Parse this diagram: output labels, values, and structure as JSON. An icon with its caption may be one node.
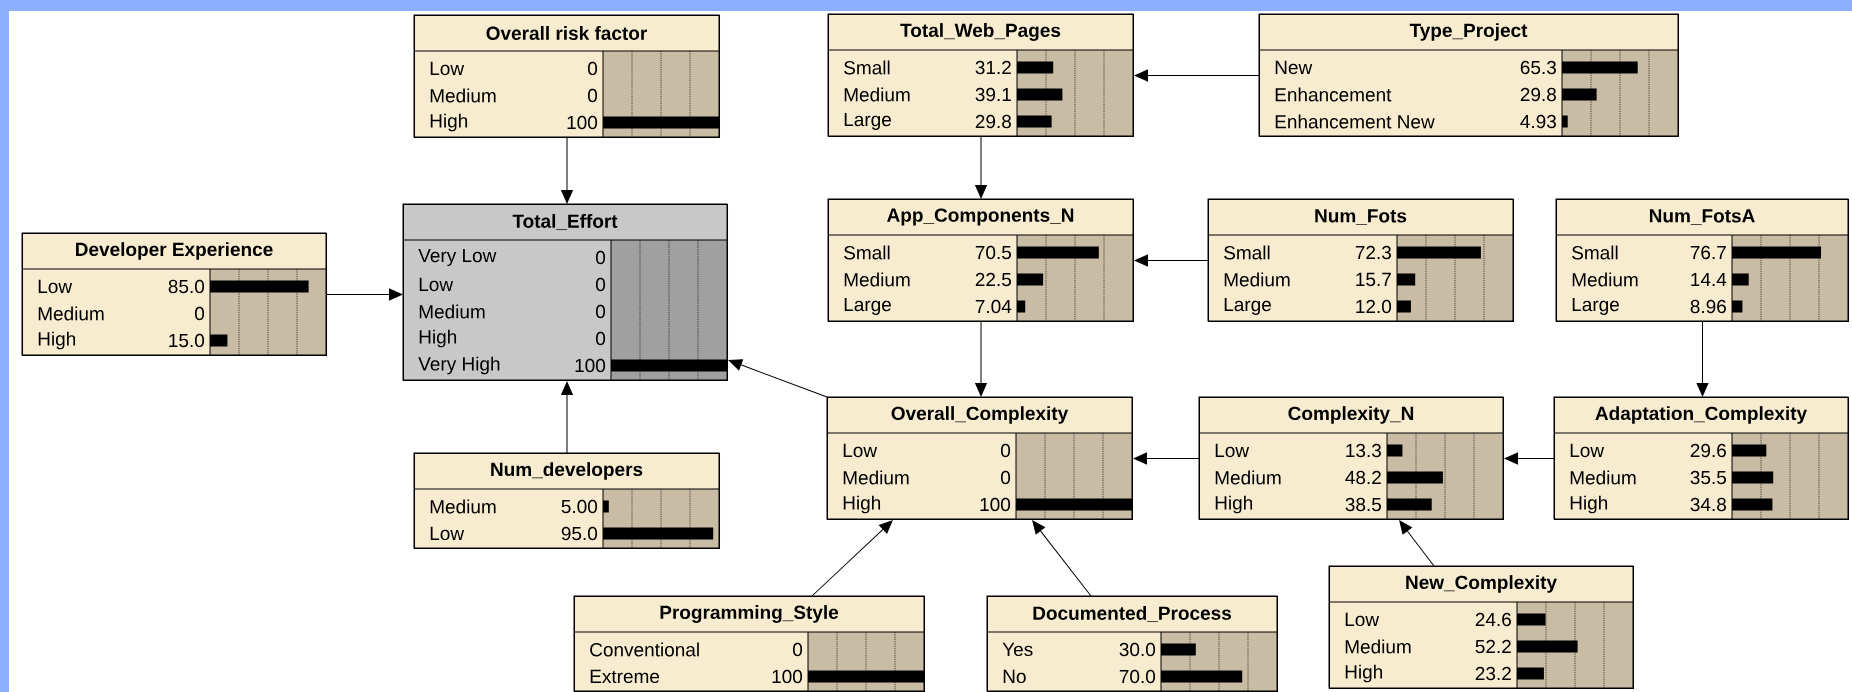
{
  "diagram": {
    "nodes": [
      {
        "text": [
          "Overall risk factor",
          "Low",
          "0",
          "Medium",
          "0",
          "High",
          "100"
        ]
      },
      {
        "text": [
          "Total_Web_Pages",
          "Small",
          "31.2",
          "Medium",
          "39.1",
          "Large",
          "29.8"
        ]
      },
      {
        "text": [
          "Type_Project",
          "New",
          "65.3",
          "Enhancement",
          "29.8",
          "Enhancement New",
          "4.93"
        ]
      },
      {
        "text": [
          "Developer Experience",
          "Low",
          "85.0",
          "Medium",
          "0",
          "High",
          "15.0"
        ]
      },
      {
        "text": [
          "Total_Effort",
          "Very Low",
          "0",
          "Low",
          "0",
          "Medium",
          "0",
          "High",
          "0",
          "Very High",
          "100"
        ]
      },
      {
        "text": [
          "App_Components_N",
          "Small",
          "70.5",
          "Medium",
          "22.5",
          "Large",
          "7.04"
        ]
      },
      {
        "text": [
          "Num_Fots",
          "Small",
          "72.3",
          "Medium",
          "15.7",
          "Large",
          "12.0"
        ]
      },
      {
        "text": [
          "Num_FotsA",
          "Small",
          "76.7",
          "Medium",
          "14.4",
          "Large",
          "8.96"
        ]
      },
      {
        "text": [
          "Overall_Complexity",
          "Low",
          "0",
          "Medium",
          "0",
          "High",
          "100"
        ]
      },
      {
        "text": [
          "Complexity_N",
          "Low",
          "13.3",
          "Medium",
          "48.2",
          "High",
          "38.5"
        ]
      },
      {
        "text": [
          "Adaptation_Complexity",
          "Low",
          "29.6",
          "Medium",
          "35.5",
          "High",
          "34.8"
        ]
      },
      {
        "text": [
          "Num_developers",
          "Medium",
          "5.00",
          "Low",
          "95.0"
        ]
      },
      {
        "text": [
          "New_Complexity",
          "Low",
          "24.6",
          "Medium",
          "52.2",
          "High",
          "23.2"
        ]
      },
      {
        "text": [
          "Programming_Style",
          "Conventional",
          "0",
          "Extreme",
          "100"
        ]
      },
      {
        "text": [
          "Documented_Process",
          "Yes",
          "30.0",
          "No",
          "70.0"
        ]
      }
    ],
    "edges": [
      {
        "from": 0,
        "to": 4,
        "arrow": "to"
      },
      {
        "from": 3,
        "to": 4,
        "arrow": "to"
      },
      {
        "from": 11,
        "to": 4,
        "arrow": "to"
      },
      {
        "from": 8,
        "to": 4,
        "arrow": "to"
      },
      {
        "from": 2,
        "to": 1,
        "arrow": "to"
      },
      {
        "from": 1,
        "to": 5,
        "arrow": "to"
      },
      {
        "from": 6,
        "to": 5,
        "arrow": "to"
      },
      {
        "from": 5,
        "to": 8,
        "arrow": "to"
      },
      {
        "from": 9,
        "to": 8,
        "arrow": "to"
      },
      {
        "from": 10,
        "to": 9,
        "arrow": "to"
      },
      {
        "from": 7,
        "to": 10,
        "arrow": "to"
      },
      {
        "from": 13,
        "to": 8,
        "arrow": "to"
      },
      {
        "from": 14,
        "to": 8,
        "arrow": "to"
      },
      {
        "from": 12,
        "to": 9,
        "arrow": "to"
      }
    ]
  }
}
